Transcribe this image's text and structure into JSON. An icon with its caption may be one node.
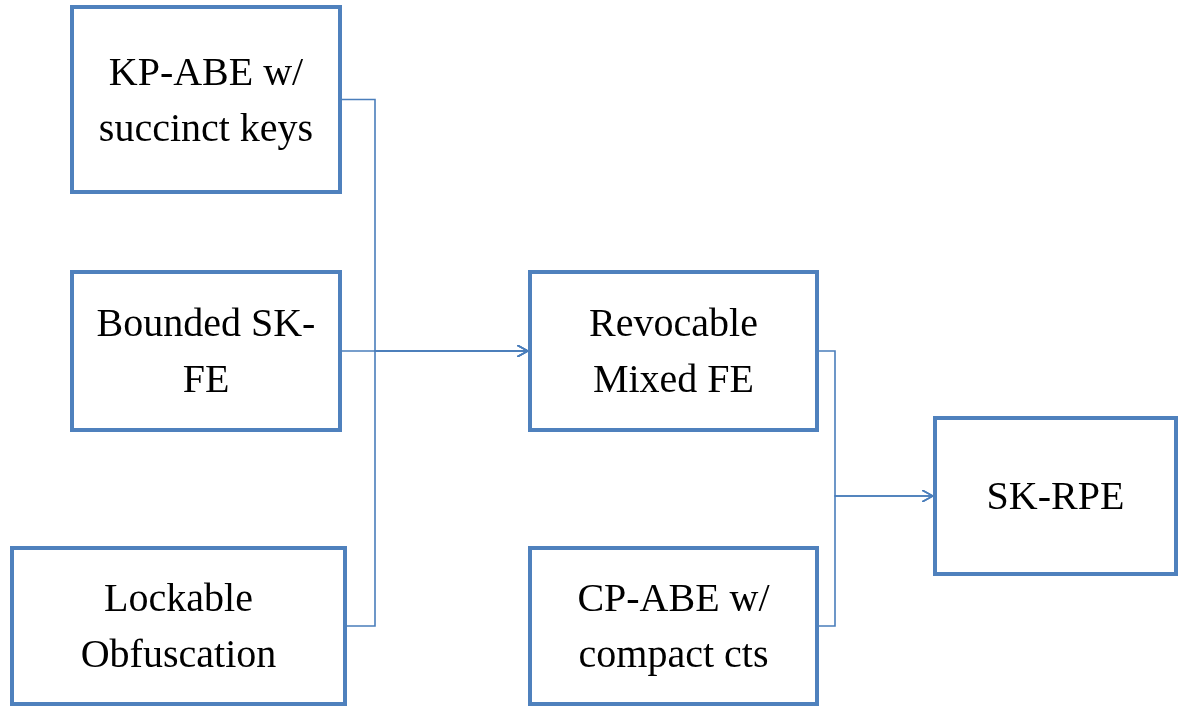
{
  "diagram": {
    "nodes": [
      {
        "text": [
          "KP-ABE w/ succinct keys"
        ]
      },
      {
        "text": [
          "Bounded SK-FE"
        ]
      },
      {
        "text": [
          "Lockable Obfuscation"
        ]
      },
      {
        "text": [
          "Revocable Mixed FE"
        ]
      },
      {
        "text": [
          "CP-ABE w/ compact cts"
        ]
      },
      {
        "text": [
          "SK-RPE"
        ]
      }
    ],
    "edges": [
      {
        "from": 0,
        "to": 3,
        "arrow": "to"
      },
      {
        "from": 1,
        "to": 3,
        "arrow": "to"
      },
      {
        "from": 2,
        "to": 3,
        "arrow": "to"
      },
      {
        "from": 3,
        "to": 5,
        "arrow": "to"
      },
      {
        "from": 4,
        "to": 5,
        "arrow": "to"
      }
    ]
  }
}
